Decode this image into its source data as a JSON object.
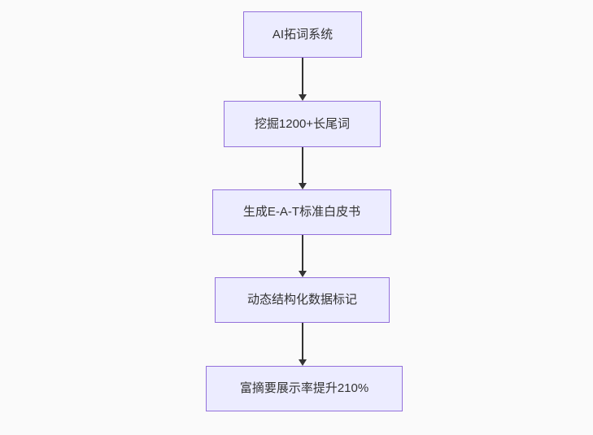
{
  "diagram": {
    "type": "flowchart",
    "direction": "top-down",
    "nodes": [
      {
        "id": "node-0",
        "label": "AI拓词系统"
      },
      {
        "id": "node-1",
        "label": "挖掘1200+长尾词"
      },
      {
        "id": "node-2",
        "label": "生成E-A-T标准白皮书"
      },
      {
        "id": "node-3",
        "label": "动态结构化数据标记"
      },
      {
        "id": "node-4",
        "label": "富摘要展示率提升210%"
      }
    ],
    "edges": [
      {
        "from": "node-0",
        "to": "node-1"
      },
      {
        "from": "node-1",
        "to": "node-2"
      },
      {
        "from": "node-2",
        "to": "node-3"
      },
      {
        "from": "node-3",
        "to": "node-4"
      }
    ],
    "colors": {
      "node_fill": "#ECECFF",
      "node_border": "#9370DB",
      "node_text": "#333333",
      "arrow": "#333333",
      "background": "#fafafa"
    }
  }
}
